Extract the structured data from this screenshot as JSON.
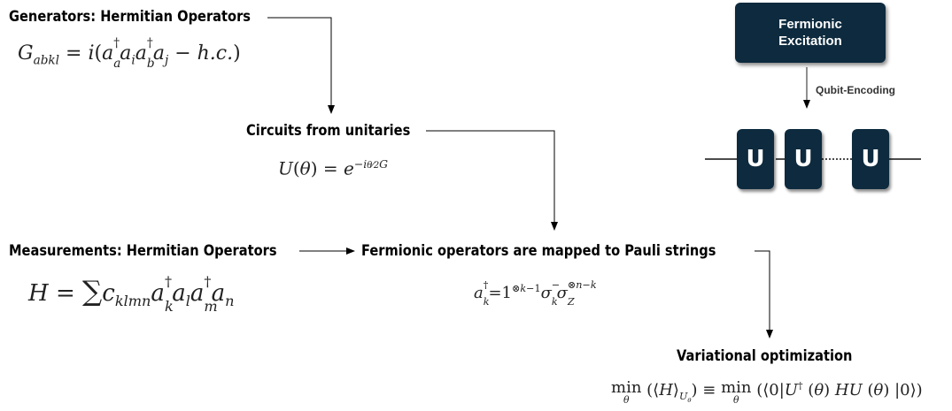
{
  "generators": {
    "heading": "Generators: Hermitian Operators"
  },
  "circuits": {
    "heading": "Circuits from unitaries"
  },
  "measurements": {
    "heading": "Measurements: Hermitian Operators"
  },
  "mapping": {
    "heading": "Fermionic operators are mapped to Pauli strings"
  },
  "optimization": {
    "heading": "Variational optimization"
  },
  "circuit_panel": {
    "box_line1": "Fermionic",
    "box_line2": "Excitation",
    "encoding_label": "Qubit-Encoding",
    "gate_labels": [
      "U",
      "U",
      "U"
    ]
  },
  "colors": {
    "box_fill": "#0d2a3e",
    "text": "#000000"
  }
}
